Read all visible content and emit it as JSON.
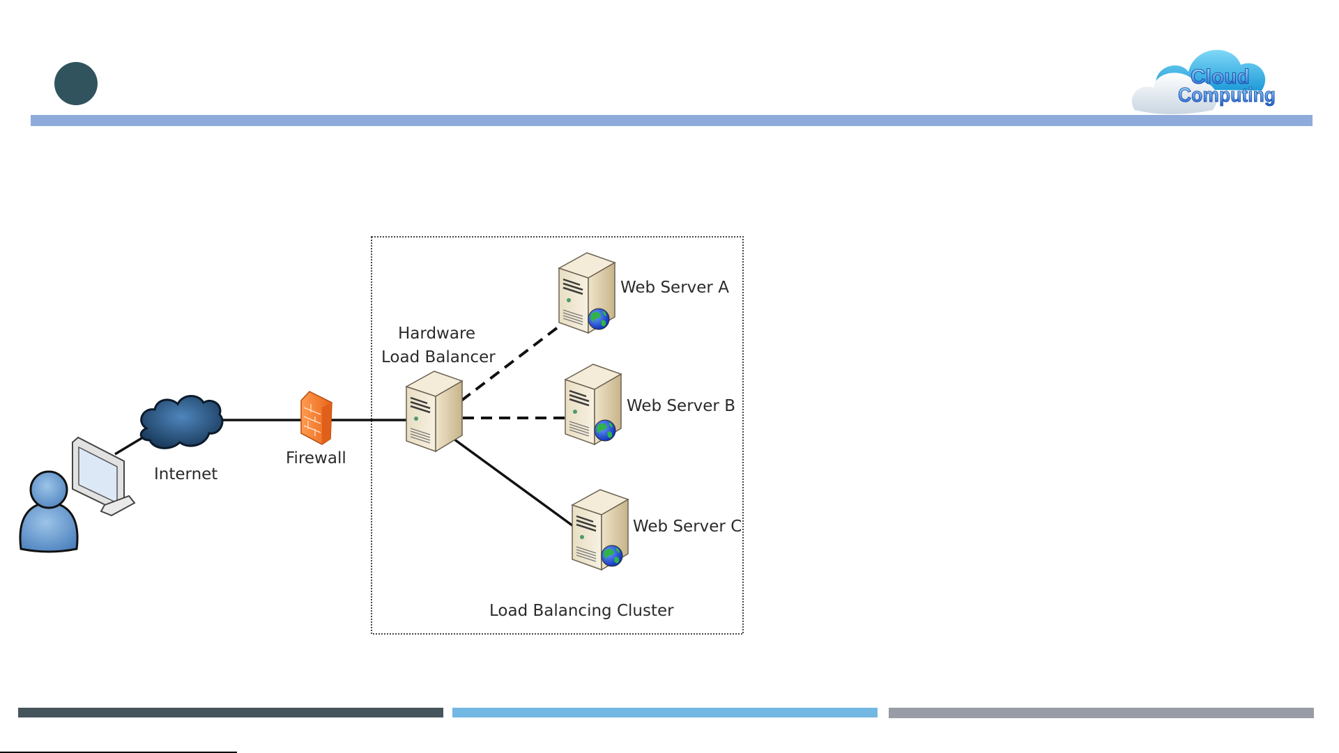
{
  "slide": {
    "accent_colors": {
      "bullet": "#31535e",
      "header_bar": "#8eabdb",
      "footer_bar_1": "#46555b",
      "footer_bar_2": "#72b8e3",
      "footer_bar_3": "#979ca6"
    },
    "logo": {
      "line1": "Cloud",
      "line2": "Computing",
      "icon": "cloud-icon"
    }
  },
  "diagram": {
    "nodes": {
      "user": {
        "icon": "user-icon"
      },
      "computer": {
        "icon": "monitor-icon"
      },
      "internet": {
        "label": "Internet",
        "icon": "cloud-icon"
      },
      "firewall": {
        "label": "Firewall",
        "icon": "firewall-icon"
      },
      "load_balancer": {
        "label_line1": "Hardware",
        "label_line2": "Load Balancer",
        "icon": "server-icon"
      },
      "web_server_a": {
        "label": "Web Server A",
        "icon": "web-server-icon"
      },
      "web_server_b": {
        "label": "Web Server B",
        "icon": "web-server-icon"
      },
      "web_server_c": {
        "label": "Web Server C",
        "icon": "web-server-icon"
      }
    },
    "cluster": {
      "label": "Load Balancing Cluster"
    },
    "connections": [
      {
        "from": "computer",
        "to": "internet",
        "style": "solid"
      },
      {
        "from": "internet",
        "to": "firewall",
        "style": "solid"
      },
      {
        "from": "firewall",
        "to": "load_balancer",
        "style": "solid"
      },
      {
        "from": "load_balancer",
        "to": "web_server_a",
        "style": "dashed"
      },
      {
        "from": "load_balancer",
        "to": "web_server_b",
        "style": "dashed"
      },
      {
        "from": "load_balancer",
        "to": "web_server_c",
        "style": "solid"
      }
    ]
  }
}
